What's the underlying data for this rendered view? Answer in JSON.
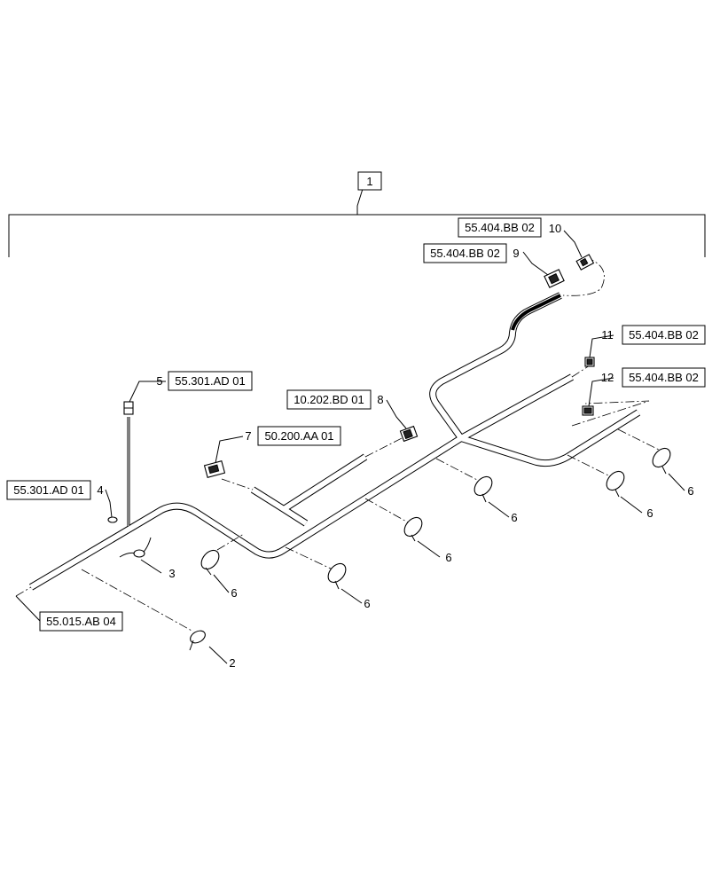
{
  "assembly": {
    "item": "1"
  },
  "references": {
    "r10": "55.404.BB 02",
    "r9": "55.404.BB 02",
    "r11": "55.404.BB 02",
    "r12": "55.404.BB 02",
    "r5": "55.301.AD 01",
    "r8": "10.202.BD 01",
    "r7": "50.200.AA 01",
    "r4": "55.301.AD 01",
    "r_end": "55.015.AB 04"
  },
  "callouts": {
    "c2": "2",
    "c3": "3",
    "c4": "4",
    "c5": "5",
    "c7": "7",
    "c8": "8",
    "c9": "9",
    "c10": "10",
    "c11": "11",
    "c12": "12",
    "c6a": "6",
    "c6b": "6",
    "c6c": "6",
    "c6d": "6",
    "c6e": "6",
    "c6f": "6"
  }
}
